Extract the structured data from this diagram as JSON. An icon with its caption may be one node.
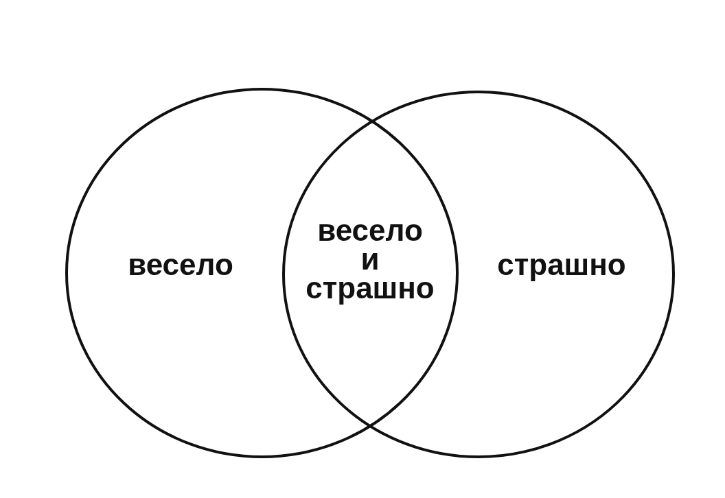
{
  "diagram": {
    "nodes": [
      {
        "text": [
          "весело"
        ]
      },
      {
        "text": [
          "страшно"
        ]
      },
      {
        "text": [
          "весело и страшно"
        ]
      }
    ]
  }
}
